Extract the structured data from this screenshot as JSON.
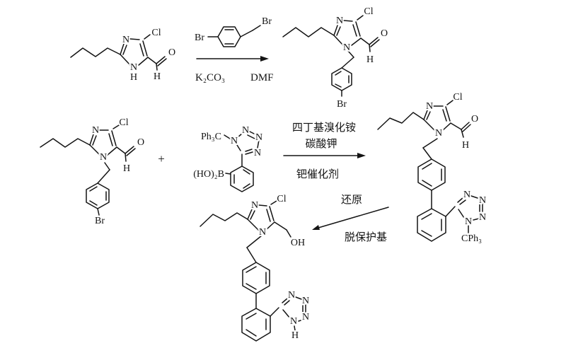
{
  "colors": {
    "ink": "#141414",
    "background": "#ffffff"
  },
  "atoms": {
    "n": "N",
    "h": "H",
    "cl": "Cl",
    "o": "O",
    "br": "Br",
    "oh": "OH"
  },
  "groups": {
    "trityl_left": "Ph₃C",
    "trityl_right": "CPh₃",
    "boronic_acid": "(HO)₂B"
  },
  "operators": {
    "plus": "+"
  },
  "conditions": {
    "step1": {
      "base": "K₂CO₃",
      "solvent": "DMF"
    },
    "step2": {
      "above1": "四丁基溴化铵",
      "above2": "碳酸钾",
      "below": "钯催化剂"
    },
    "step3": {
      "above": "还原",
      "below": "脱保护基"
    }
  }
}
